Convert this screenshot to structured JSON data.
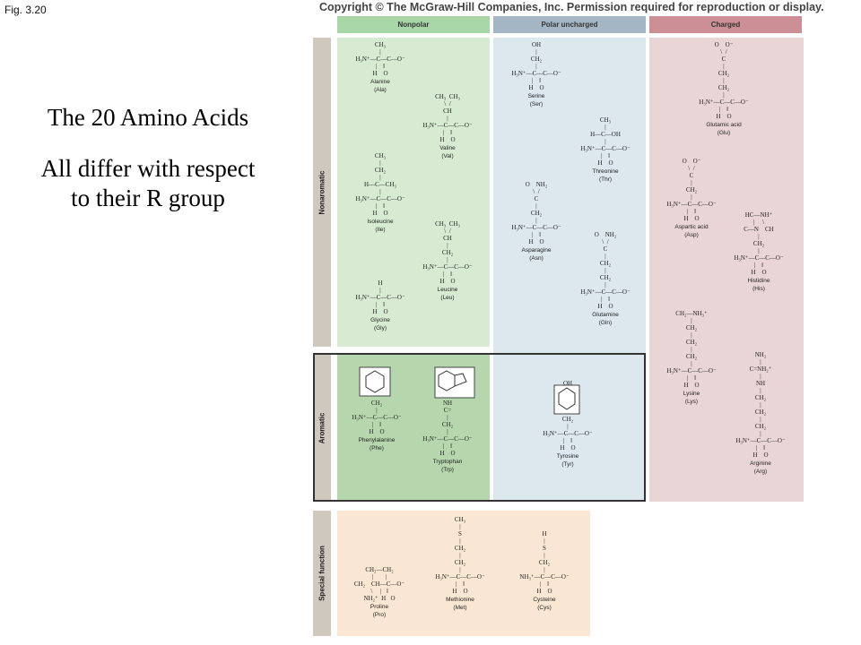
{
  "fig_label": "Fig. 3.20",
  "title_line1": "The 20 Amino Acids",
  "title_line2": "All differ with respect",
  "title_line3": "to their R group",
  "copyright": "Copyright © The McGraw-Hill Companies, Inc. Permission required for reproduction or display.",
  "headers": {
    "nonpolar": "Nonpolar",
    "polar": "Polar uncharged",
    "charged": "Charged"
  },
  "side_labels": {
    "nonaromatic": "Nonaromatic",
    "aromatic": "Aromatic",
    "special": "Special function"
  },
  "colors": {
    "nonpolar_hdr": "#a9d6a6",
    "polar_hdr": "#a4b6c4",
    "charged_hdr": "#cc8f95",
    "nonpolar_bg": "#d7ebd3",
    "aromatic_bg": "#b6d6ae",
    "polar_bg": "#dce7ee",
    "charged_bg": "#ead5d6",
    "special_bg": "#fae7d3"
  },
  "aa": {
    "ala": {
      "name": "Alanine",
      "abbr": "(Ala)",
      "f": "CH₃\n|\nH₃N⁺—C—C—O⁻\n|    ‖\nH    O"
    },
    "val": {
      "name": "Valine",
      "abbr": "(Val)",
      "f": "CH₃  CH₃\n\\  /\nCH\n|\nH₃N⁺—C—C—O⁻\n|    ‖\nH    O"
    },
    "ile": {
      "name": "Isoleucine",
      "abbr": "(Ile)",
      "f": "CH₃\n|\nCH₂\n|\nH—C—CH₃\n|\nH₃N⁺—C—C—O⁻\n|    ‖\nH    O"
    },
    "leu": {
      "name": "Leucine",
      "abbr": "(Leu)",
      "f": "CH₃  CH₃\n\\  /\nCH\n|\nCH₂\n|\nH₃N⁺—C—C—O⁻\n|    ‖\nH    O"
    },
    "gly": {
      "name": "Glycine",
      "abbr": "(Gly)",
      "f": "H\n|\nH₃N⁺—C—C—O⁻\n|    ‖\nH    O"
    },
    "ser": {
      "name": "Serine",
      "abbr": "(Ser)",
      "f": "OH\n|\nCH₂\n|\nH₃N⁺—C—C—O⁻\n|    ‖\nH    O"
    },
    "thr": {
      "name": "Threonine",
      "abbr": "(Thr)",
      "f": "CH₃\n|\nH—C—OH\n|\nH₃N⁺—C—C—O⁻\n|    ‖\nH    O"
    },
    "asn": {
      "name": "Asparagine",
      "abbr": "(Asn)",
      "f": "O    NH₂\n\\  /\nC\n|\nCH₂\n|\nH₃N⁺—C—C—O⁻\n|    ‖\nH    O"
    },
    "gln": {
      "name": "Glutamine",
      "abbr": "(Gln)",
      "f": "O    NH₂\n\\  /\nC\n|\nCH₂\n|\nCH₂\n|\nH₃N⁺—C—C—O⁻\n|    ‖\nH    O"
    },
    "glu": {
      "name": "Glutamic acid",
      "abbr": "(Glu)",
      "f": "O    O⁻\n\\  /\nC\n|\nCH₂\n|\nCH₂\n|\nH₃N⁺—C—C—O⁻\n|    ‖\nH    O"
    },
    "asp": {
      "name": "Aspartic acid",
      "abbr": "(Asp)",
      "f": "O    O⁻\n\\  /\nC\n|\nCH₂\n|\nH₃N⁺—C—C—O⁻\n|    ‖\nH    O"
    },
    "his": {
      "name": "Histidine",
      "abbr": "(His)",
      "f": "HC—NH⁺\n|     \\\nC—N    CH\n|\nCH₂\n|\nH₃N⁺—C—C—O⁻\n|    ‖\nH    O"
    },
    "lys": {
      "name": "Lysine",
      "abbr": "(Lys)",
      "f": "CH₂—NH₃⁺\n|\nCH₂\n|\nCH₂\n|\nCH₂\n|\nH₃N⁺—C—C—O⁻\n|    ‖\nH    O"
    },
    "arg": {
      "name": "Arginine",
      "abbr": "(Arg)",
      "f": "NH₂\n|\nC=NH₂⁺\n|\nNH\n|\nCH₂\n|\nCH₂\n|\nCH₂\n|\nH₃N⁺—C—C—O⁻\n|    ‖\nH    O"
    },
    "phe": {
      "name": "Phenylalanine",
      "abbr": "(Phe)",
      "f": "CH₂\n|\nH₃N⁺—C—C—O⁻\n|    ‖\nH    O"
    },
    "trp": {
      "name": "Tryptophan",
      "abbr": "(Trp)",
      "f": "NH\nC=\n|\nCH₂\n|\nH₃N⁺—C—C—O⁻\n|    ‖\nH    O"
    },
    "tyr": {
      "name": "Tyrosine",
      "abbr": "(Tyr)",
      "f": "OH\n\n\n\n\nCH₂\n|\nH₃N⁺—C—C—O⁻\n|    ‖\nH    O"
    },
    "pro": {
      "name": "Proline",
      "abbr": "(Pro)",
      "f": "CH₂—CH₂\n|        |\nCH₂    CH—C—O⁻\n\\     |   ‖\nNH₂⁺  H   O"
    },
    "met": {
      "name": "Methionine",
      "abbr": "(Met)",
      "f": "CH₃\n|\nS\n|\nCH₂\n|\nCH₂\n|\nH₃N⁺—C—C—O⁻\n|    ‖\nH    O"
    },
    "cys": {
      "name": "Cysteine",
      "abbr": "(Cys)",
      "f": "H\n|\nS\n|\nCH₂\n|\nNH₃⁺—C—C—O⁻\n|    ‖\nH    O"
    }
  }
}
